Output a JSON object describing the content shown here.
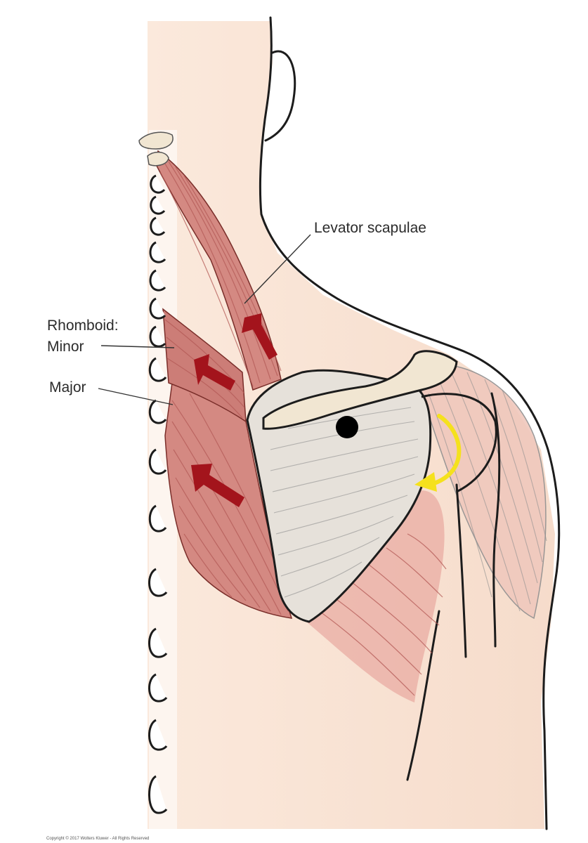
{
  "labels": {
    "levator": "Levator scapulae",
    "rhomboid_heading": "Rhomboid:",
    "minor": "Minor",
    "major": "Major"
  },
  "copyright": "Copyright © 2017 Wolters Kluwer - All Rights Reserved",
  "colors": {
    "skin": "#f8e4d6",
    "muscle": "#d9908a",
    "muscle_dark": "#b45a55",
    "bone": "#f1e6d2",
    "arrow": "#a3141c",
    "rotation_arrow": "#f5e11d",
    "pivot_dot": "#000000"
  },
  "icons": {
    "contraction_arrows": "red-arrow-icon",
    "rotation": "curved-yellow-arrow-icon",
    "pivot": "black-dot-icon"
  }
}
